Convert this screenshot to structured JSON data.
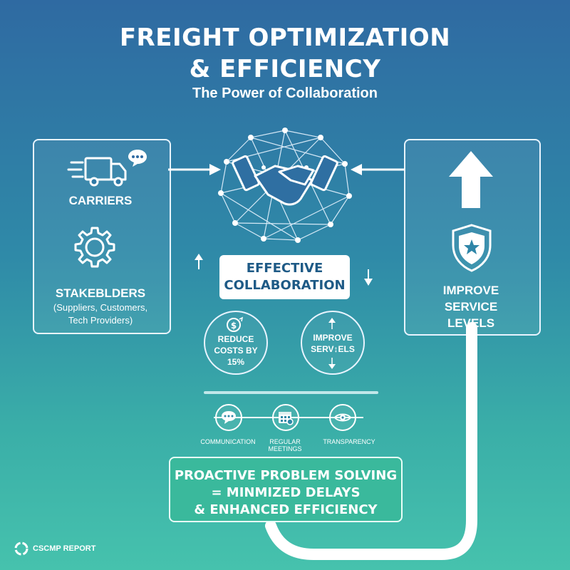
{
  "header": {
    "title_line1": "FREIGHT OPTIMIZATION",
    "title_line2": "& EFFICIENCY",
    "subtitle": "The Power of Collaboration"
  },
  "left_panel": {
    "carriers": "CARRIERS",
    "stakeholders": "STAKEBLDERS",
    "stakeholders_detail_1": "(Suppliers, Customers,",
    "stakeholders_detail_2": "Tech Providers)"
  },
  "right_panel": {
    "line1": "IMPROVE",
    "line2": "SERVICE",
    "line3": "LEVELS"
  },
  "center": {
    "effective_line1": "EFFECTIVE",
    "effective_line2": "COLLABORATION",
    "reduce_line1": "REDUCE",
    "reduce_line2": "COSTS BY",
    "reduce_line3": "15%",
    "improve_line1": "IMPROVE",
    "improve_line2": "SERV↕ELS"
  },
  "pillars": [
    {
      "label": "COMMUNICATION",
      "icon": "chat-icon"
    },
    {
      "label": "REGULAR MEETINGS",
      "icon": "calendar-icon"
    },
    {
      "label": "TRANSPARENCY",
      "icon": "eye-icon"
    }
  ],
  "result": {
    "line1": "PROACTIVE PROBLEM SOLVING",
    "line2": "= MINMIZED DELAYS",
    "line3": "& ENHANCED EFFICIENCY"
  },
  "footer": {
    "brand": "CSCMP REPORT"
  },
  "colors": {
    "accent_dark": "#1e5a86",
    "result_fill": "#3ab99c",
    "line": "#ffffff"
  }
}
